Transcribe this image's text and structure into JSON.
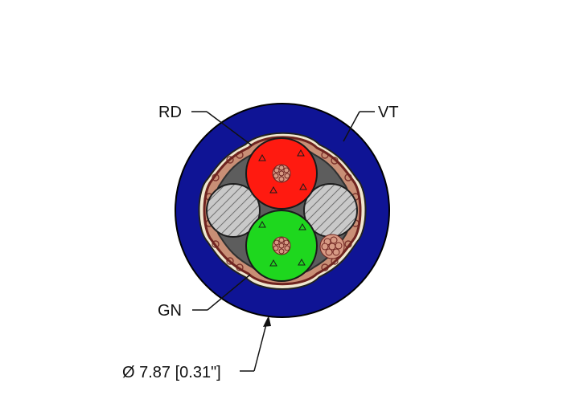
{
  "labels": {
    "rd": "RD",
    "vt": "VT",
    "gn": "GN",
    "diameter": "Ø 7.87 [0.31\"]"
  },
  "colors": {
    "jacket": "#0f1495",
    "jacket_outline": "#000000",
    "braid": "#c98f76",
    "braid_dark": "#6f2420",
    "filler": "#5d5d5d",
    "drain": "#c4c4c4",
    "core_red": "#ff1a10",
    "core_green": "#1ed71e",
    "conductor": "#d79a84",
    "separator": "#f0e7cf",
    "leader_line": "#111111"
  },
  "components": [
    {
      "id": "outer-jacket",
      "color_code": "VT"
    },
    {
      "id": "red-core",
      "color_code": "RD"
    },
    {
      "id": "green-core",
      "color_code": "GN"
    },
    {
      "id": "left-drain-wire"
    },
    {
      "id": "right-drain-wire"
    },
    {
      "id": "small-stranded-conductor"
    }
  ],
  "dimension": {
    "outer_diameter_mm": 7.87,
    "outer_diameter_in": 0.31
  }
}
